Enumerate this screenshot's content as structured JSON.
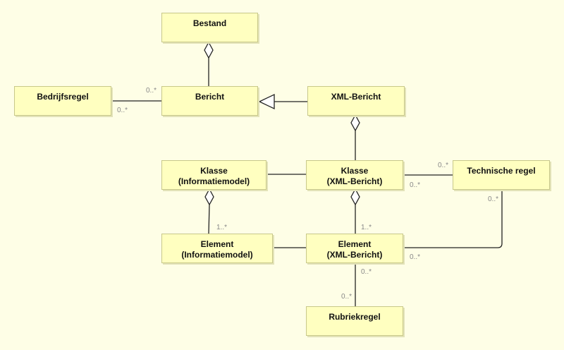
{
  "classes": {
    "bestand": {
      "line1": "Bestand"
    },
    "bericht": {
      "line1": "Bericht"
    },
    "bedrijfsregel": {
      "line1": "Bedrijfsregel"
    },
    "xml_bericht": {
      "line1": "XML-Bericht"
    },
    "klasse_informatiemodel": {
      "line1": "Klasse",
      "line2": "(Informatiemodel)"
    },
    "klasse_xml_bericht": {
      "line1": "Klasse",
      "line2": "(XML-Bericht)"
    },
    "technische_regel": {
      "line1": "Technische regel"
    },
    "element_informatiemodel": {
      "line1": "Element",
      "line2": "(Informatiemodel)"
    },
    "element_xml_bericht": {
      "line1": "Element",
      "line2": "(XML-Bericht)"
    },
    "rubriekregel": {
      "line1": "Rubriekregel"
    }
  },
  "multiplicities": {
    "bericht_to_bedrijfsregel_top": "0..*",
    "bericht_to_bedrijfsregel_bottom": "0..*",
    "klasse_xml_to_technische_top": "0..*",
    "klasse_xml_to_technische_bottom": "0..*",
    "technische_to_element_xml_vertical": "0..*",
    "technische_to_element_xml_horizontal": "0..*",
    "klasse_info_to_element_info": "1..*",
    "klasse_xml_to_element_xml": "1..*",
    "element_xml_to_rubriek_top": "0..*",
    "element_xml_to_rubriek_bottom": "0..*"
  },
  "colors": {
    "background": "#fefee6",
    "class_fill": "#ffffc0",
    "class_border": "#c8c88a",
    "line": "#222222",
    "multiplicity_text": "#888888"
  }
}
